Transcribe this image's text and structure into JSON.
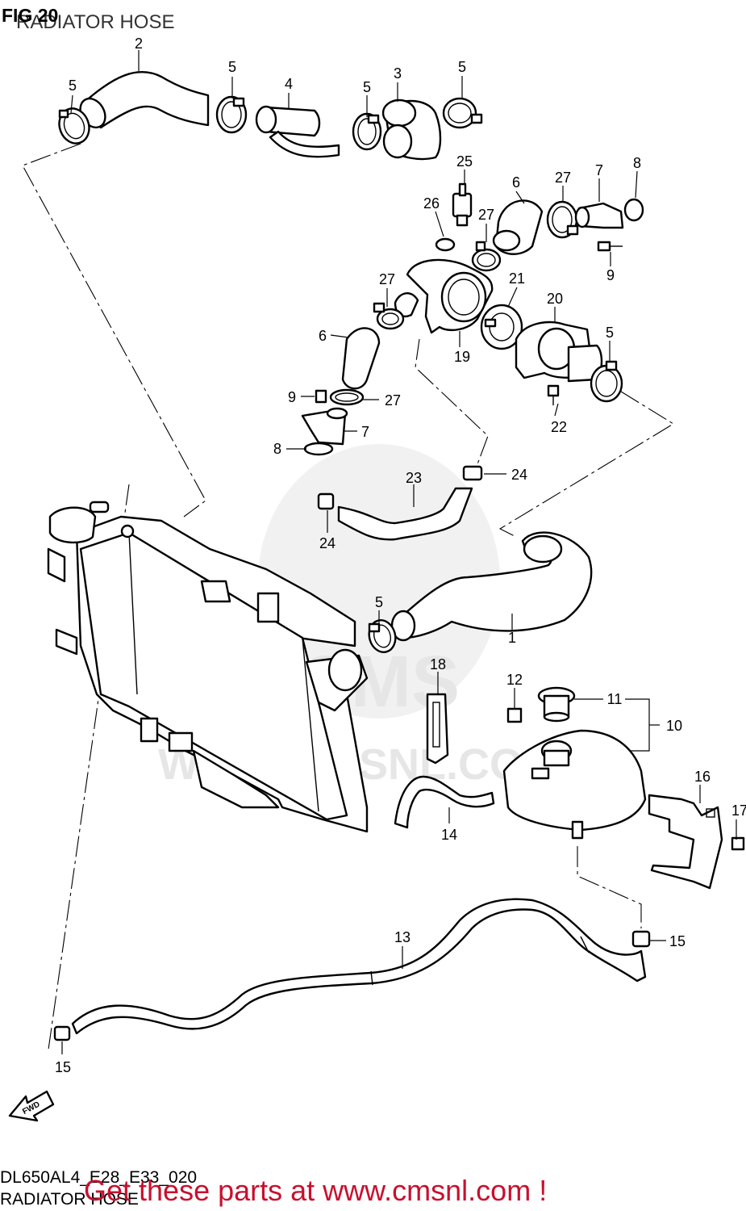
{
  "header": {
    "fig_label": "FIG 20",
    "subtitle": "RADIATOR HOSE"
  },
  "footer": {
    "model_code": "DL650AL4_E28_E33_020",
    "subtitle": "RADIATOR HOSE",
    "promo": "Get these parts at www.cmsnl.com !"
  },
  "watermark": {
    "brand": "CMS",
    "url": "WWW.CMSNL.COM"
  },
  "direction_arrow": {
    "label": "FWD"
  },
  "callouts": [
    "1",
    "2",
    "3",
    "4",
    "5",
    "6",
    "7",
    "8",
    "9",
    "10",
    "11",
    "12",
    "13",
    "14",
    "15",
    "16",
    "17",
    "18",
    "19",
    "20",
    "21",
    "22",
    "23",
    "24",
    "25",
    "26",
    "27"
  ],
  "colors": {
    "promo": "#c8102e",
    "line": "#000000",
    "watermark": "#e6e6e6"
  }
}
